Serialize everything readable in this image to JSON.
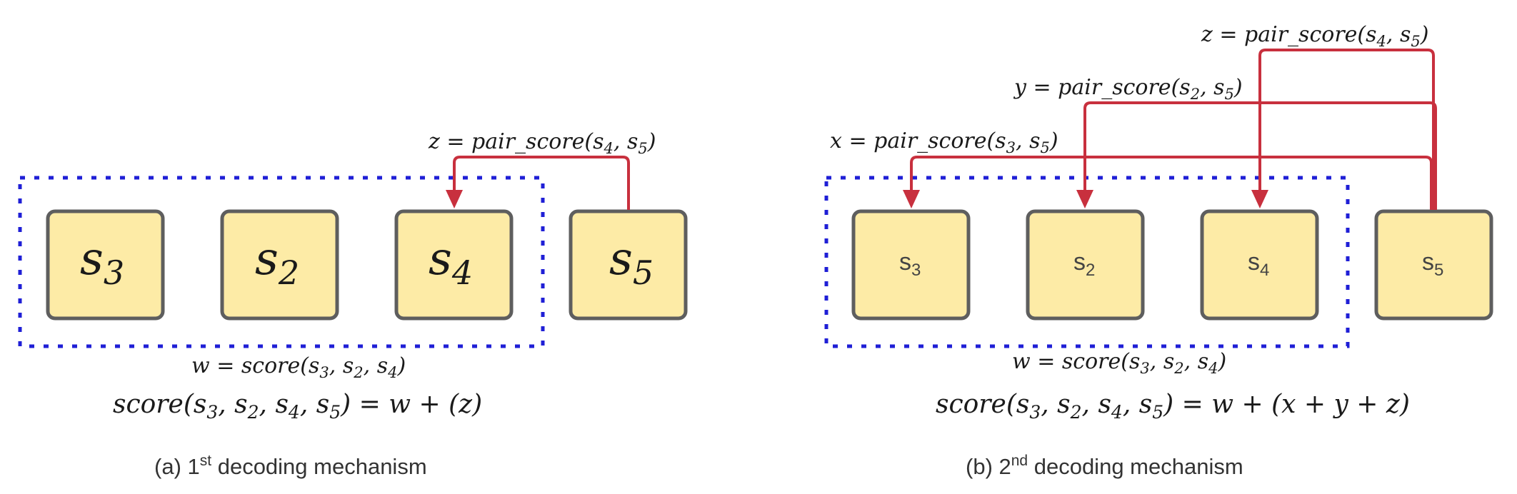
{
  "panel_a": {
    "boxes": [
      {
        "base": "s",
        "sub": "3"
      },
      {
        "base": "s",
        "sub": "2"
      },
      {
        "base": "s",
        "sub": "4"
      },
      {
        "base": "s",
        "sub": "5"
      }
    ],
    "pair_label": {
      "lhs": "z",
      "fn": "pair_score",
      "args": [
        {
          "base": "s",
          "sub": "4"
        },
        {
          "base": "s",
          "sub": "5"
        }
      ]
    },
    "w_label": {
      "lhs": "w",
      "fn": "score",
      "args": [
        {
          "base": "s",
          "sub": "3"
        },
        {
          "base": "s",
          "sub": "2"
        },
        {
          "base": "s",
          "sub": "4"
        }
      ]
    },
    "total": {
      "fn": "score",
      "args": [
        {
          "base": "s",
          "sub": "3"
        },
        {
          "base": "s",
          "sub": "2"
        },
        {
          "base": "s",
          "sub": "4"
        },
        {
          "base": "s",
          "sub": "5"
        }
      ],
      "rhs": "w + (z)"
    },
    "caption": {
      "prefix": "(a) 1",
      "sup": "st",
      "suffix": " decoding mechanism"
    }
  },
  "panel_b": {
    "boxes": [
      {
        "base": "s",
        "sub": "3"
      },
      {
        "base": "s",
        "sub": "2"
      },
      {
        "base": "s",
        "sub": "4"
      },
      {
        "base": "s",
        "sub": "5"
      }
    ],
    "pair_labels": [
      {
        "lhs": "z",
        "fn": "pair_score",
        "args": [
          {
            "base": "s",
            "sub": "4"
          },
          {
            "base": "s",
            "sub": "5"
          }
        ]
      },
      {
        "lhs": "y",
        "fn": "pair_score",
        "args": [
          {
            "base": "s",
            "sub": "2"
          },
          {
            "base": "s",
            "sub": "5"
          }
        ]
      },
      {
        "lhs": "x",
        "fn": "pair_score",
        "args": [
          {
            "base": "s",
            "sub": "3"
          },
          {
            "base": "s",
            "sub": "5"
          }
        ]
      }
    ],
    "w_label": {
      "lhs": "w",
      "fn": "score",
      "args": [
        {
          "base": "s",
          "sub": "3"
        },
        {
          "base": "s",
          "sub": "2"
        },
        {
          "base": "s",
          "sub": "4"
        }
      ]
    },
    "total": {
      "fn": "score",
      "args": [
        {
          "base": "s",
          "sub": "3"
        },
        {
          "base": "s",
          "sub": "2"
        },
        {
          "base": "s",
          "sub": "4"
        },
        {
          "base": "s",
          "sub": "5"
        }
      ],
      "rhs": "w + (x + y + z)"
    },
    "caption": {
      "prefix": "(b) 2",
      "sup": "nd",
      "suffix": " decoding mechanism"
    }
  },
  "colors": {
    "box_fill": "#fdeba6",
    "box_stroke": "#5e5e5e",
    "dashed_border": "#1f1fd6",
    "arrow": "#c8303e"
  }
}
